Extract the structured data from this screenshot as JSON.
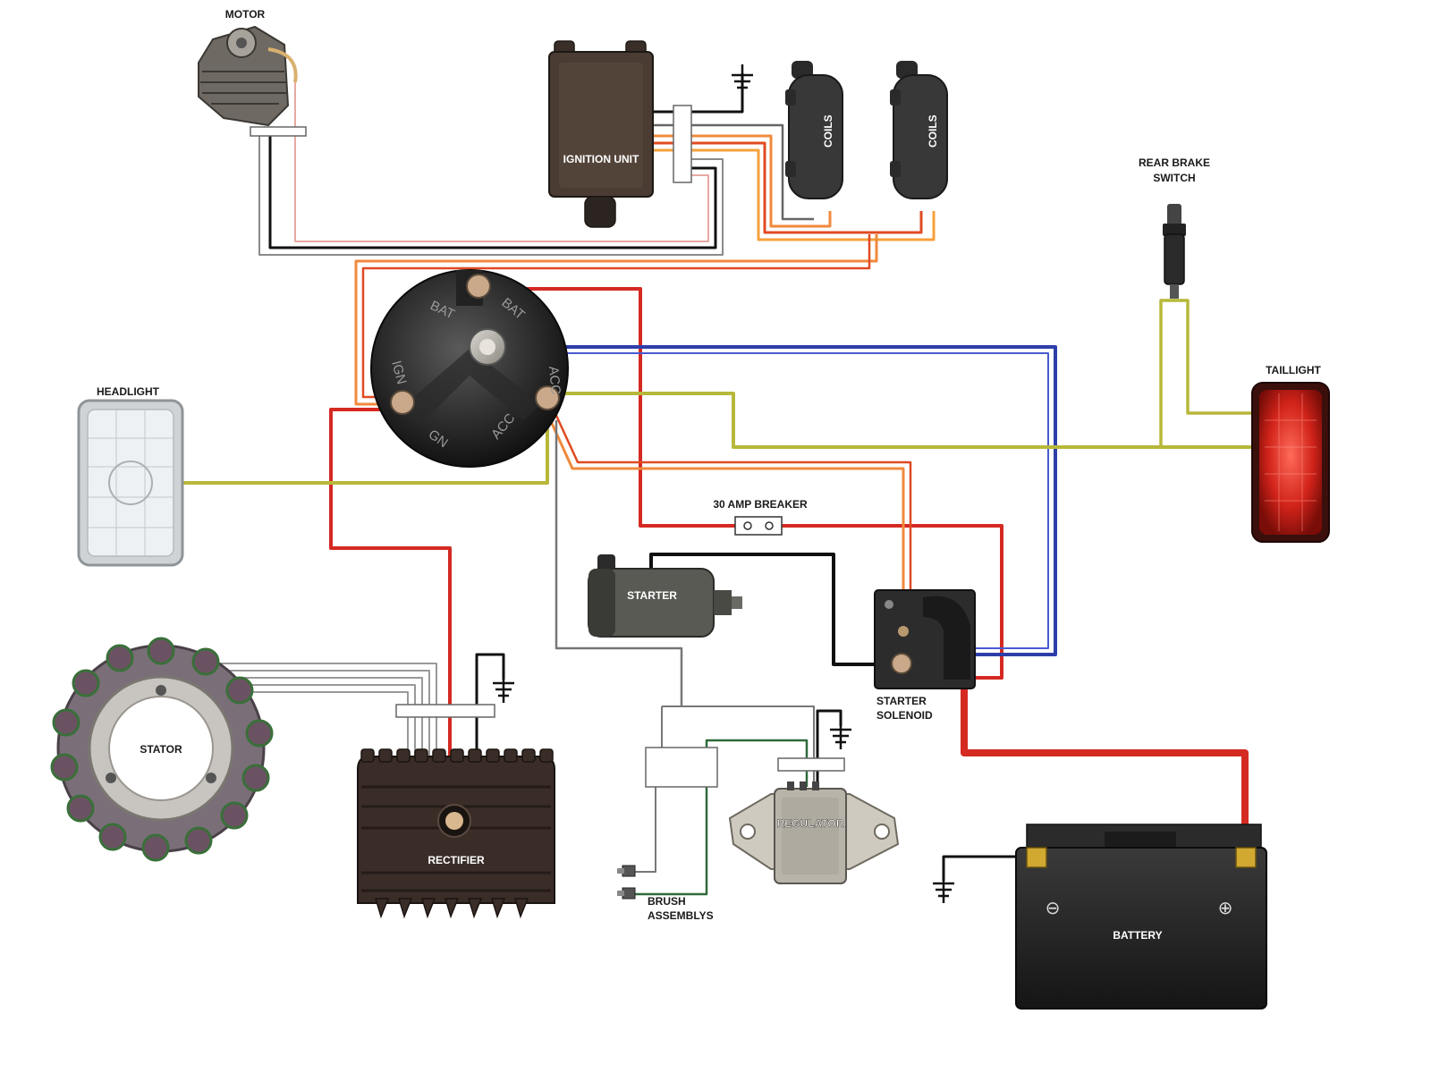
{
  "labels": {
    "motor": "MOTOR",
    "ignition_unit": "IGNITION UNIT",
    "coil_1": "COILS",
    "coil_2": "COILS",
    "rear_brake_switch_line1": "REAR BRAKE",
    "rear_brake_switch_line2": "SWITCH",
    "taillight": "TAILLIGHT",
    "headlight": "HEADLIGHT",
    "breaker": "30 AMP BREAKER",
    "starter": "STARTER",
    "starter_solenoid_line1": "STARTER",
    "starter_solenoid_line2": "SOLENOID",
    "stator": "STATOR",
    "rectifier": "RECTIFIER",
    "regulator": "REGULATOR",
    "brush_line1": "BRUSH",
    "brush_line2": "ASSEMBLYS",
    "battery": "BATTERY"
  },
  "ignition_switch_terminals": {
    "bat": "BAT",
    "acc": "ACC",
    "ign": "IGN",
    "gnd": "GN"
  },
  "battery_terminals": {
    "negative": "⊖",
    "positive": "⊕"
  },
  "wire_colors": {
    "battery_feed": "#d42a22",
    "ignition": "#f08a3c",
    "accessory": "#b7b83a",
    "starter_signal": "#2e3ea8",
    "ground": "#1a1a1a",
    "field": "#2f6a3a",
    "sensor": "#777777"
  }
}
